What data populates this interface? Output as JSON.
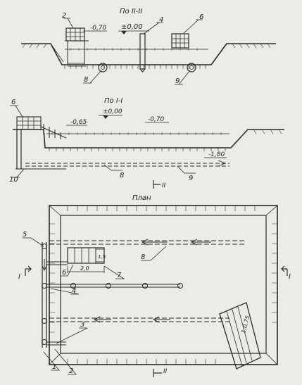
{
  "section_2": {
    "title": "По II-II",
    "levels": {
      "zero": "±0,00",
      "left": "-0,70"
    },
    "callouts": [
      "2",
      "4",
      "6",
      "8",
      "9"
    ]
  },
  "section_1": {
    "title": "По I-I",
    "levels": {
      "left": "-0,65",
      "zero": "±0,00",
      "right": "-0,70",
      "pipe": "-1,80"
    },
    "callouts": [
      "6",
      "10",
      "8",
      "9"
    ]
  },
  "plan": {
    "title": "План",
    "dims": {
      "width": "2,0",
      "height": "1,5"
    },
    "slope_label": "1:0,75",
    "section_marks": {
      "cut_1": "I",
      "cut_2": "II"
    },
    "callouts": [
      "5",
      "8",
      "6",
      "7",
      "4",
      "3",
      "1",
      "2"
    ]
  },
  "colors": {
    "ink": "#2a2a2a",
    "paper": "#ecebe6"
  }
}
